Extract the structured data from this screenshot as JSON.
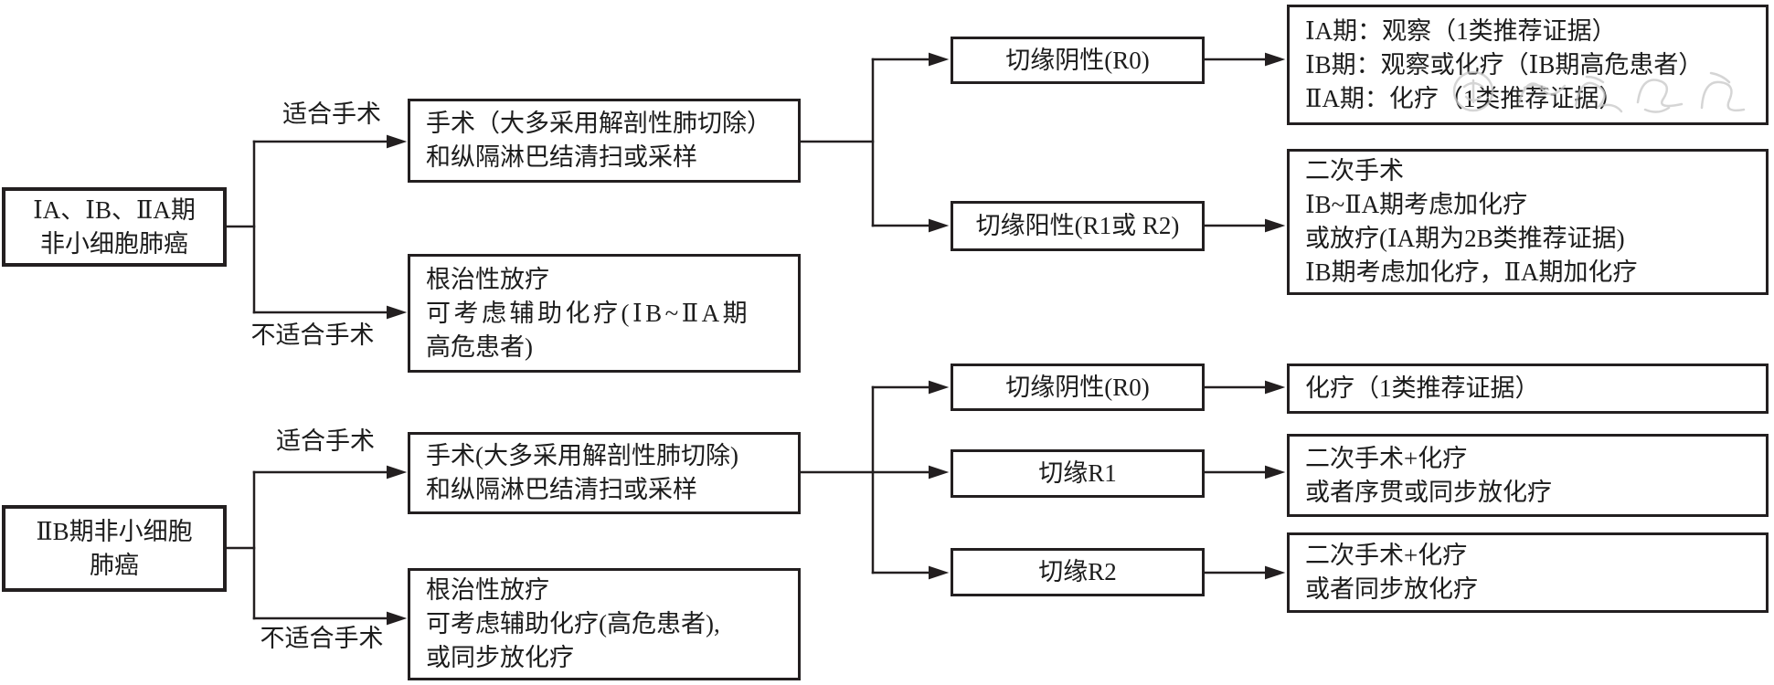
{
  "colors": {
    "line": "#231f20",
    "box_background": "#ffffff",
    "text": "#1c1c1c",
    "watermark": "#c8c8c8"
  },
  "flow_top": {
    "stage_box": {
      "lines": [
        "ⅠA、ⅠB、ⅡA期",
        "非小细胞肺癌"
      ]
    },
    "branch_labels": {
      "fit": "适合手术",
      "unfit": "不适合手术"
    },
    "surgery_box": {
      "lines": [
        "手术（大多采用解剖性肺切除）",
        "和纵隔淋巴结清扫或采样"
      ]
    },
    "radiotherapy_box": {
      "lines": [
        "根治性放疗",
        "可考虑辅助化疗(ⅠB~ⅡA期",
        "高危患者)"
      ]
    },
    "margin_negative_box": {
      "label": "切缘阴性(R0)"
    },
    "margin_positive_box": {
      "label": "切缘阳性(R1或 R2)"
    },
    "outcome_negative_box": {
      "lines": [
        "ⅠA期：观察（1类推荐证据）",
        "ⅠB期：观察或化疗（ⅠB期高危患者）",
        "ⅡA期：化疗（1类推荐证据）"
      ]
    },
    "outcome_positive_box": {
      "lines": [
        "二次手术",
        "ⅠB~ⅡA期考虑加化疗",
        "或放疗(ⅠA期为2B类推荐证据)",
        "ⅠB期考虑加化疗，ⅡA期加化疗"
      ]
    }
  },
  "flow_bottom": {
    "stage_box": {
      "lines": [
        "ⅡB期非小细胞",
        "肺癌"
      ]
    },
    "branch_labels": {
      "fit": "适合手术",
      "unfit": "不适合手术"
    },
    "surgery_box": {
      "lines": [
        "手术(大多采用解剖性肺切除)",
        "和纵隔淋巴结清扫或采样"
      ]
    },
    "radiotherapy_box": {
      "lines": [
        "根治性放疗",
        "可考虑辅助化疗(高危患者),",
        "或同步放化疗"
      ]
    },
    "margin_r0_box": {
      "label": "切缘阴性(R0)"
    },
    "margin_r1_box": {
      "label": "切缘R1"
    },
    "margin_r2_box": {
      "label": "切缘R2"
    },
    "outcome_r0_box": {
      "lines": [
        "化疗（1类推荐证据）"
      ]
    },
    "outcome_r1_box": {
      "lines": [
        "二次手术+化疗",
        "或者序贯或同步放化疗"
      ]
    },
    "outcome_r2_box": {
      "lines": [
        "二次手术+化疗",
        "或者同步放化疗"
      ]
    }
  }
}
